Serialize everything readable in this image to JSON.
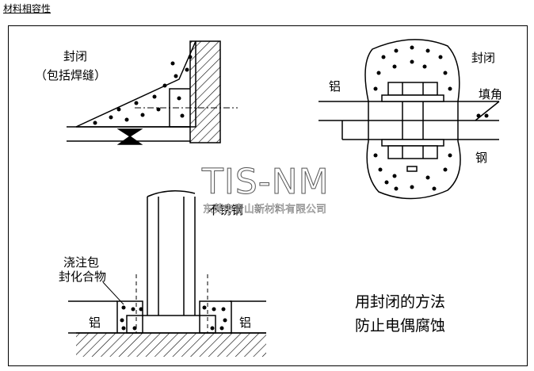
{
  "header": "材料相容性",
  "labels": {
    "seal_top_left": "封闭",
    "seal_top_left_sub": "（包括焊缝）",
    "seal_top_right": "封闭",
    "aluminum_top": "铝",
    "fillet": "填角",
    "steel": "钢",
    "stainless": "不锈钢",
    "potting": "浇注包",
    "potting2": "封化合物",
    "aluminum_left": "铝",
    "aluminum_right": "铝"
  },
  "caption": {
    "line1": "用封闭的方法",
    "line2": "防止电偶腐蚀"
  },
  "watermark": {
    "logo": "TIS-NM",
    "company": "东莞市青山新材料有限公司"
  }
}
